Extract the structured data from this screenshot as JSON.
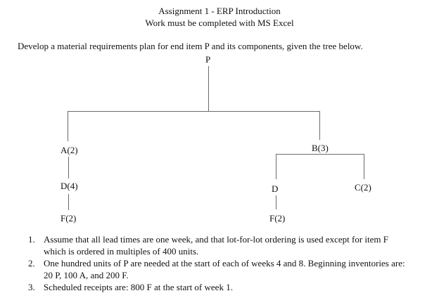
{
  "colors": {
    "background": "#ffffff",
    "text": "#111111",
    "tree_line": "#6b6b6b"
  },
  "header": {
    "title_line1": "Assignment 1 - ERP Introduction",
    "title_line2": "Work must be completed with MS Excel"
  },
  "intro": "Develop a material requirements plan for end item P and its components, given the tree below.",
  "tree": {
    "nodes": {
      "p": "P",
      "a": "A(2)",
      "b": "B(3)",
      "d_left": "D(4)",
      "f_left": "F(2)",
      "d_right": "D",
      "c_right": "C(2)",
      "f_right": "F(2)"
    }
  },
  "notes": {
    "items": [
      {
        "num": "1.",
        "lines": [
          "Assume that all lead times are one week, and that lot-for-lot ordering is used except for item F",
          "which is ordered in multiples of 400 units."
        ]
      },
      {
        "num": "2.",
        "lines": [
          "One hundred units of P are needed at the start of each of weeks 4 and 8. Beginning inventories are:",
          "20 P, 100 A, and 200 F."
        ]
      },
      {
        "num": "3.",
        "lines": [
          "Scheduled receipts are: 800 F at the start of week 1."
        ]
      }
    ]
  }
}
